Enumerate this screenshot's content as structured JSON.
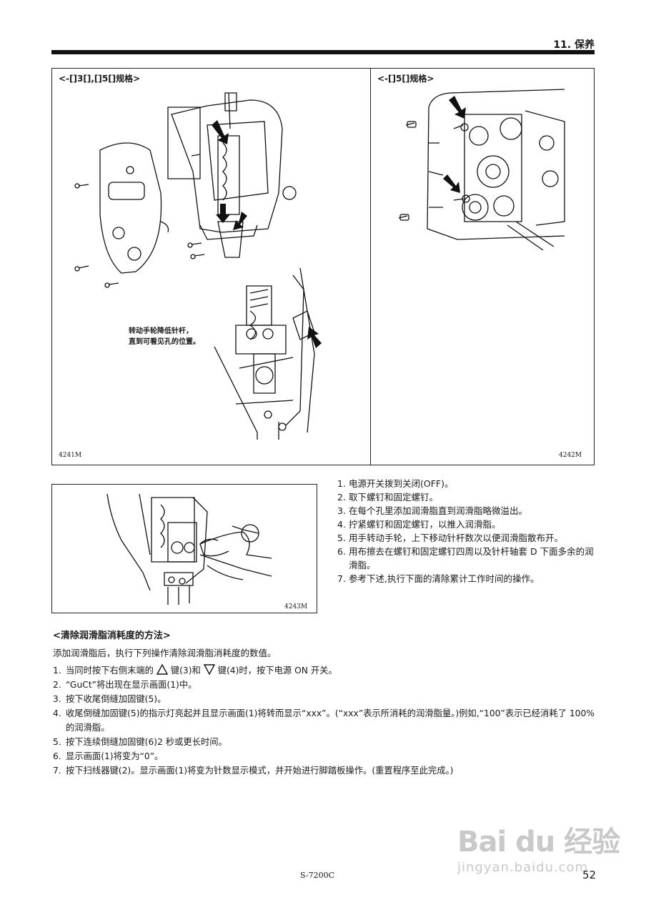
{
  "header": {
    "section_title": "11. 保养"
  },
  "figures": {
    "left": {
      "label": "<-[]3[],[]5[]规格>",
      "code": "4241M",
      "callout_line1": "转动手轮降低针杆，",
      "callout_line2": "直到可看见孔的位置。"
    },
    "right": {
      "label": "<-[]5[]规格>",
      "code": "4242M"
    },
    "bottom": {
      "code": "4243M"
    }
  },
  "steps": [
    {
      "num": "1.",
      "text": "电源开关拨到关闭(OFF)。"
    },
    {
      "num": "2.",
      "text": "取下螺钉和固定螺钉。"
    },
    {
      "num": "3.",
      "text": "在每个孔里添加润滑脂直到润滑脂略微溢出。"
    },
    {
      "num": "4.",
      "text": "拧紧螺钉和固定螺钉，以推入润滑脂。"
    },
    {
      "num": "5.",
      "text": "用手转动手轮，上下移动针杆数次以便润滑脂散布开。"
    },
    {
      "num": "6.",
      "text": "用布擦去在螺钉和固定螺钉四周以及针杆轴套 D 下面多余的润滑脂。"
    },
    {
      "num": "7.",
      "text": "参考下述,执行下面的清除累计工作时间的操作。"
    }
  ],
  "clear_section": {
    "heading": "<清除润滑脂消耗度的方法>",
    "intro": "添加润滑脂后，执行下列操作清除润滑脂消耗度的数值。",
    "step1_a": "当同时按下右侧末端的",
    "step1_b": "键(3)和",
    "step1_c": "键(4)时，按下电源 ON 开关。",
    "items": [
      {
        "num": "2.",
        "text": "“GuCt”将出现在显示画面(1)中。"
      },
      {
        "num": "3.",
        "text": "按下收尾倒缝加固键(5)。"
      },
      {
        "num": "4.",
        "text": "收尾倒缝加固键(5)的指示灯亮起并且显示画面(1)将转而显示“xxx”。(“xxx”表示所消耗的润滑脂量。)例如,“100”表示已经消耗了 100%的润滑脂。"
      },
      {
        "num": "5.",
        "text": "按下连续倒缝加固键(6)2 秒或更长时间。"
      },
      {
        "num": "6.",
        "text": "显示画面(1)将变为“0”。"
      },
      {
        "num": "7.",
        "text": "按下扫线器键(2)。显示画面(1)将变为针数显示模式，并开始进行脚踏板操作。(重置程序至此完成。)"
      }
    ],
    "step1_num": "1."
  },
  "footer": {
    "model": "S-7200C",
    "page_number": "52"
  },
  "watermark": {
    "brand": "Bai du 经验",
    "url": "jingyan.baidu.com"
  },
  "icons": {
    "up_key": "up-triangle-icon",
    "down_key": "down-triangle-icon"
  }
}
